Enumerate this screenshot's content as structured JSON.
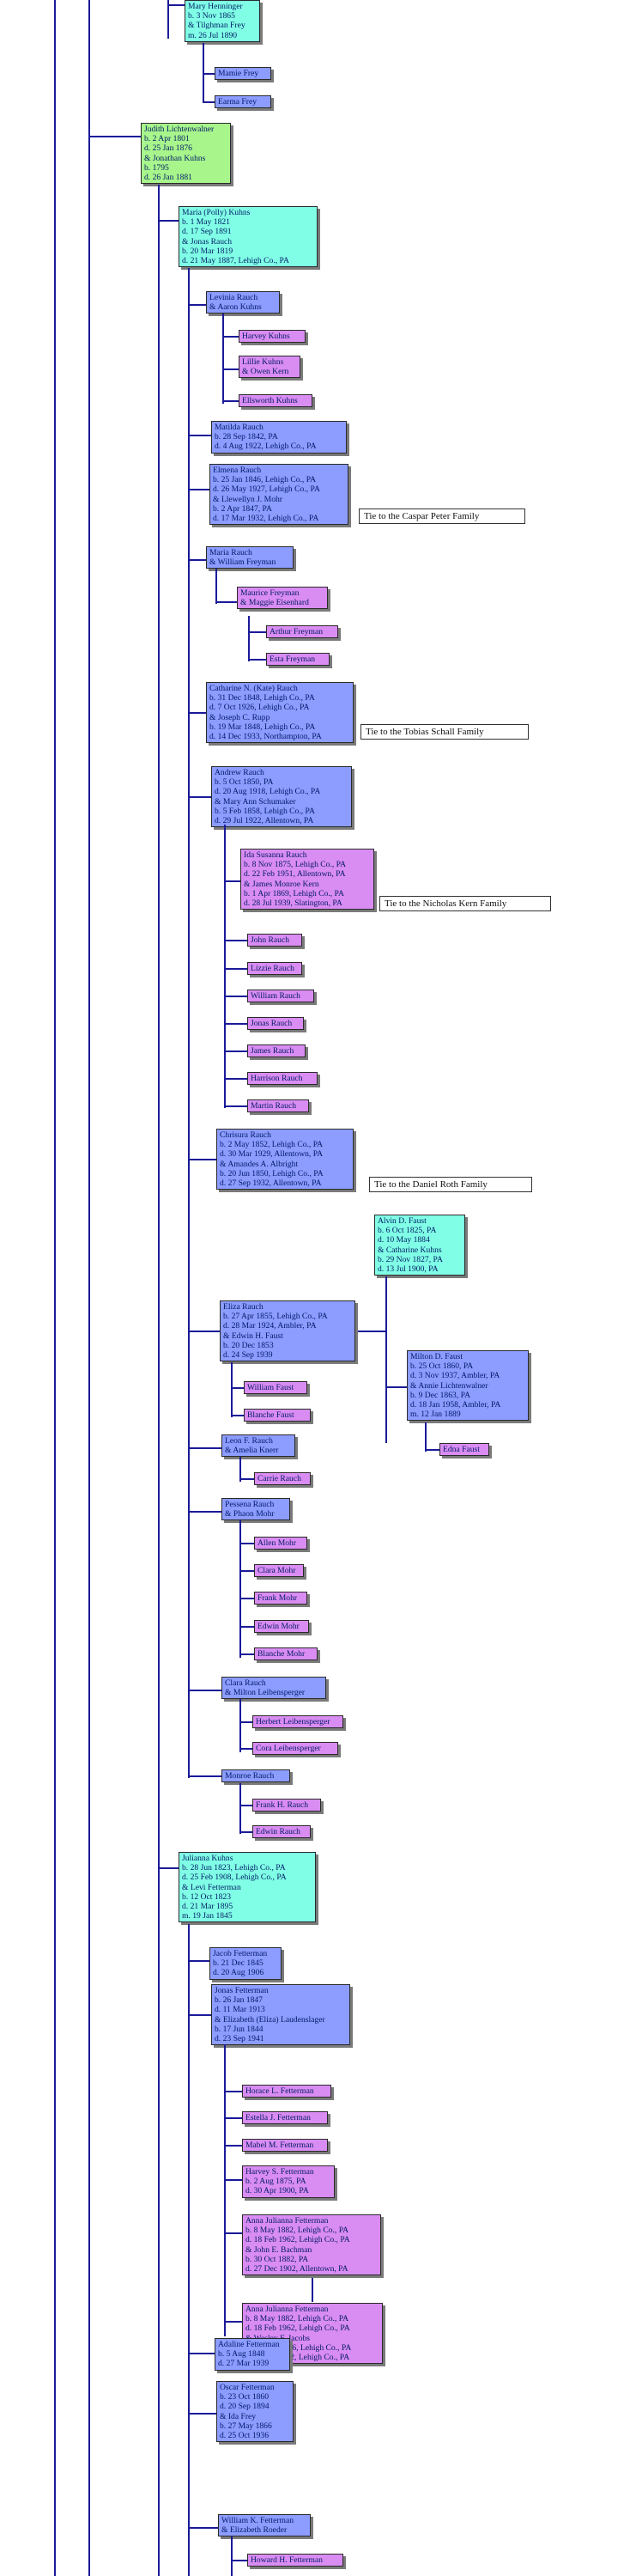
{
  "people": {
    "mary_henninger": [
      "Mary Henninger",
      "b. 3 Nov 1865",
      "& Tilghman Frey",
      "m. 26 Jul 1890"
    ],
    "mamie_frey": [
      "Mamie Frey"
    ],
    "earma_frey": [
      "Earma Frey"
    ],
    "judith_lichtenwalner": [
      "Judith Lichtenwalner",
      "b. 2 Apr 1801",
      "d. 25 Jan 1876",
      "& Jonathan Kuhns",
      "b. 1795",
      "d. 26 Jan 1881"
    ],
    "maria_kuhns": [
      "Maria (Polly) Kuhns",
      "b. 1 May 1821",
      "d. 17 Sep 1891",
      "& Jonas Rauch",
      "b. 20 Mar 1819",
      "d. 21 May 1887, Lehigh Co., PA"
    ],
    "levinia_rauch": [
      "Levinia Rauch",
      "& Aaron Kuhns"
    ],
    "harvey_kuhns": [
      "Harvey Kuhns"
    ],
    "lillie_kuhns": [
      "Lillie Kuhns",
      "& Owen Kern"
    ],
    "ellsworth_kuhns": [
      "Ellsworth Kuhns"
    ],
    "matilda_rauch": [
      "Matilda Rauch",
      "b. 28 Sep 1842, PA",
      "d. 4 Aug 1922, Lehigh Co., PA"
    ],
    "elmena_rauch": [
      "Elmena Rauch",
      "b. 25 Jan 1846, Lehigh Co., PA",
      "d. 26 May 1927, Lehigh Co., PA",
      "& Llewellyn J. Mohr",
      "b. 2 Apr 1847, PA",
      "d. 17 Mar 1932, Lehigh Co., PA"
    ],
    "maria_rauch": [
      "Maria Rauch",
      "& William Freyman"
    ],
    "maurice_freyman": [
      "Maurice Freyman",
      "& Maggie Eisenhard"
    ],
    "arthur_freyman": [
      "Arthur Freyman"
    ],
    "esta_freyman": [
      "Esta Freyman"
    ],
    "catharine_rauch": [
      "Catharine N. (Kate) Rauch",
      "b. 31 Dec 1848, Lehigh Co., PA",
      "d. 7 Oct 1926, Lehigh Co., PA",
      "& Joseph C. Rupp",
      "b. 19 Mar 1848, Lehigh Co., PA",
      "d. 14 Dec 1933, Northampton, PA"
    ],
    "andrew_rauch": [
      "Andrew Rauch",
      "b. 5 Oct 1850, PA",
      "d. 20 Aug 1918, Lehigh Co., PA",
      "& Mary Ann Schumaker",
      "b. 5 Feb 1858, Lehigh Co., PA",
      "d. 29 Jul 1922, Allentown, PA"
    ],
    "ida_rauch": [
      "Ida Susanna Rauch",
      "b. 8 Nov 1875, Lehigh Co., PA",
      "d. 22 Feb 1951, Allentown, PA",
      "& James Monroe Kern",
      "b. 1 Apr 1869, Lehigh Co., PA",
      "d. 28 Jul 1939, Slatington, PA"
    ],
    "john_rauch": [
      "John Rauch"
    ],
    "lizzie_rauch": [
      "Lizzie Rauch"
    ],
    "william_rauch": [
      "William Rauch"
    ],
    "jonas_rauch": [
      "Jonas Rauch"
    ],
    "james_rauch": [
      "James Rauch"
    ],
    "harrison_rauch": [
      "Harrison Rauch"
    ],
    "martin_rauch": [
      "Martin Rauch"
    ],
    "chrisura_rauch": [
      "Chrisura Rauch",
      "b. 2 May 1852, Lehigh Co., PA",
      "d. 30 Mar 1929, Allentown, PA",
      "& Amandes A. Albright",
      "b. 20 Jun 1850, Lehigh Co., PA",
      "d. 27 Sep 1932, Allentown, PA"
    ],
    "alvin_faust": [
      "Alvin D. Faust",
      "b. 6 Oct 1825, PA",
      "d. 10 May 1884",
      "& Catharine Kuhns",
      "b. 29 Nov 1827, PA",
      "d. 13 Jul 1900, PA"
    ],
    "eliza_rauch": [
      "Eliza Rauch",
      "b. 27 Apr 1855, Lehigh Co., PA",
      "d. 28 Mar 1924, Ambler, PA",
      "& Edwin H. Faust",
      "b. 20 Dec 1853",
      "d. 24 Sep 1939"
    ],
    "milton_faust": [
      "Milton D. Faust",
      "b. 25 Oct 1860, PA",
      "d. 3 Nov 1937, Ambler, PA",
      "& Annie Lichtenwalner",
      "b. 9 Dec 1863, PA",
      "d. 18 Jan 1958, Ambler, PA",
      "m. 12 Jan 1889"
    ],
    "edna_faust": [
      "Edna Faust"
    ],
    "william_faust": [
      "William Faust"
    ],
    "blanche_faust": [
      "Blanche Faust"
    ],
    "leon_rauch": [
      "Leon F. Rauch",
      "& Amelia Knerr"
    ],
    "carrie_rauch": [
      "Carrie Rauch"
    ],
    "pessena_rauch": [
      "Pessena Rauch",
      "& Phaon Mohr"
    ],
    "allen_mohr": [
      "Allen Mohr"
    ],
    "clara_mohr": [
      "Clara Mohr"
    ],
    "frank_mohr": [
      "Frank Mohr"
    ],
    "edwin_mohr": [
      "Edwin Mohr"
    ],
    "blanche_mohr": [
      "Blanche Mohr"
    ],
    "clara_rauch": [
      "Clara Rauch",
      "& Milton Leibensperger"
    ],
    "herbert_leibensperger": [
      "Herbert Leibensperger"
    ],
    "cora_leibensperger": [
      "Cora Leibensperger"
    ],
    "monroe_rauch": [
      "Monroe Rauch"
    ],
    "frank_rauch": [
      "Frank H. Rauch"
    ],
    "edwin_rauch": [
      "Edwin Rauch"
    ],
    "julianna_kuhns": [
      "Julianna Kuhns",
      "b. 28 Jun 1823, Lehigh Co., PA",
      "d. 25 Feb 1908, Lehigh Co., PA",
      "& Levi Fetterman",
      "b. 12 Oct 1823",
      "d. 21 Mar 1895",
      "m. 19 Jan 1845"
    ],
    "jacob_fetterman": [
      "Jacob Fetterman",
      "b. 21 Dec 1845",
      "d. 20 Aug 1906"
    ],
    "jonas_fetterman": [
      "Jonas Fetterman",
      "b. 26 Jan 1847",
      "d. 11 Mar 1913",
      "& Elizabeth (Eliza) Laudenslager",
      "b. 17 Jun 1844",
      "d. 23 Sep 1941"
    ],
    "horace_fetterman": [
      "Horace L. Fetterman"
    ],
    "estella_fetterman": [
      "Estella J. Fetterman"
    ],
    "mabel_fetterman": [
      "Mabel M. Fetterman"
    ],
    "harvey_fetterman": [
      "Harvey S. Fetterman",
      "b. 2 Aug 1875, PA",
      "d. 30 Apr 1900, PA"
    ],
    "anna_fetterman_1": [
      "Anna Julianna Fetterman",
      "b. 8 May 1882, Lehigh Co., PA",
      "d. 18 Feb 1962, Lehigh Co., PA",
      "& John E. Bachman",
      "b. 30 Oct 1882, PA",
      "d. 27 Dec 1902, Allentown, PA"
    ],
    "anna_fetterman_2": [
      "Anna Julianna Fetterman",
      "b. 8 May 1882, Lehigh Co., PA",
      "d. 18 Feb 1962, Lehigh Co., PA",
      "& Wesley F. Jacobs",
      "b. 29 Aug 1876, Lehigh Co., PA",
      "d. 28 Oct 1942, Lehigh Co., PA"
    ],
    "adaline_fetterman": [
      "Adaline Fetterman",
      "b. 5 Aug 1848",
      "d. 27 Mar 1939"
    ],
    "oscar_fetterman": [
      "Oscar Fetterman",
      "b. 23 Oct 1860",
      "d. 20 Sep 1894",
      "& Ida Frey",
      "b. 27 May 1866",
      "d. 25 Oct 1936"
    ],
    "william_fetterman": [
      "William K. Fetterman",
      "& Elizabeth Roeder"
    ],
    "howard_fetterman": [
      "Howard H. Fetterman"
    ]
  },
  "ties": {
    "caspar_peter": "Tie to the Caspar Peter Family",
    "tobias_schall": "Tie to the Tobias Schall Family",
    "nicholas_kern": "Tie to the Nicholas Kern Family",
    "daniel_roth": "Tie to the Daniel Roth Family"
  },
  "colors": {
    "line": "#1a1a99",
    "cyan": "#80ffe6",
    "blue": "#8c9cff",
    "violet": "#d98cf2",
    "green": "#a8f58c"
  }
}
